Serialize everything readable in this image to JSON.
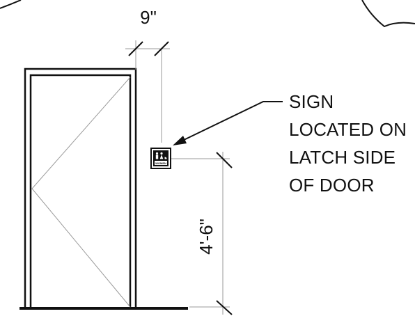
{
  "dimensions": {
    "horizontal_offset": "9\"",
    "mounting_height": "4'-6\""
  },
  "callout": {
    "lines": [
      "SIGN",
      "LOCATED ON",
      "LATCH SIDE",
      "OF DOOR"
    ]
  },
  "sign": {
    "icon": "restroom-pictogram-icon",
    "plate_text": "WOMEN"
  },
  "colors": {
    "ink": "#111111",
    "light_line": "#9a9a9a"
  }
}
